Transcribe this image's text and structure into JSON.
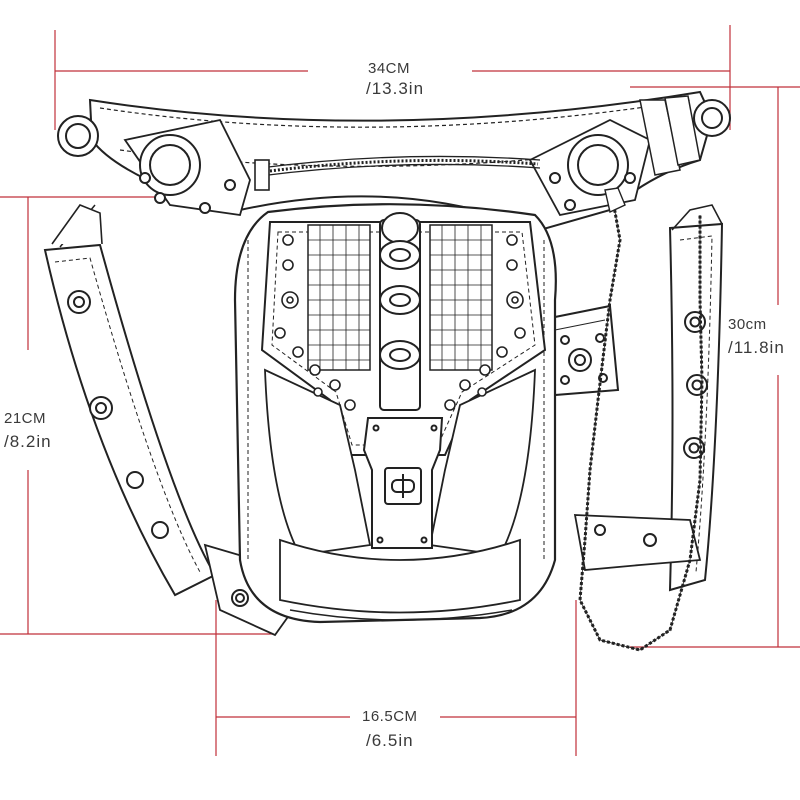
{
  "dimensions": {
    "width": {
      "cm": "34CM",
      "in": "/13.3in"
    },
    "left_height": {
      "cm": "21CM",
      "in": "/8.2in"
    },
    "strap_length": {
      "cm": "30cm",
      "in": "/11.8in"
    },
    "bottom_width": {
      "cm": "16.5CM",
      "in": "/6.5in"
    }
  },
  "colors": {
    "dimension_line": "#c0303a",
    "outline": "#222222",
    "background": "#ffffff"
  },
  "icons": [
    "rivet-icon",
    "o-ring-icon",
    "chain-icon",
    "turn-lock-icon",
    "zipper-icon"
  ]
}
